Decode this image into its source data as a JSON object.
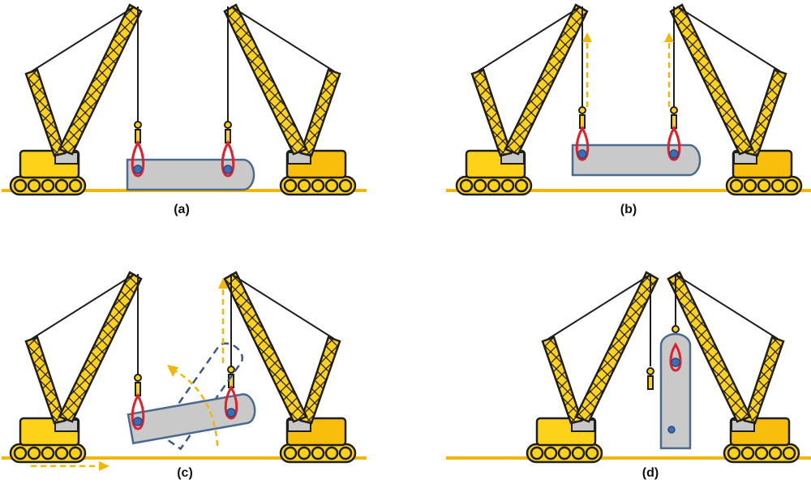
{
  "panels": [
    {
      "id": "a",
      "label": "(a)"
    },
    {
      "id": "b",
      "label": "(b)"
    },
    {
      "id": "c",
      "label": "(c)"
    },
    {
      "id": "d",
      "label": "(d)"
    }
  ],
  "colors": {
    "crane_fill": "#FFD21A",
    "crane_dark": "#F2B705",
    "outline": "#1E1E1E",
    "cab_grey": "#C8C8C8",
    "load_fill": "#C9C9C9",
    "load_outline": "#4A6A92",
    "sling": "#E0202A",
    "lug": "#3C6EB4",
    "ground": "#F2B705",
    "motion_arrow": "#F2B705",
    "ghost_outline": "#3D5A80"
  }
}
